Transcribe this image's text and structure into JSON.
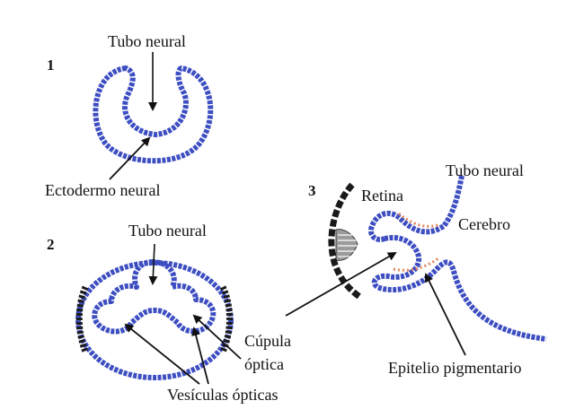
{
  "panel1": {
    "number": "1",
    "label_tube": "Tubo neural",
    "label_ectoderm": "Ectodermo neural"
  },
  "panel2": {
    "number": "2",
    "label_tube": "Tubo neural",
    "label_cup_line1": "Cúpula",
    "label_cup_line2": "óptica",
    "label_vesicles": "Vesículas ópticas"
  },
  "panel3": {
    "number": "3",
    "label_retina": "Retina",
    "label_tube": "Tubo neural",
    "label_brain": "Cerebro",
    "label_pigment": "Epitelio pigmentario"
  },
  "colors": {
    "neural_blue": "#3d4ec2",
    "pigment_orange": "#e0845a",
    "ectoderm_black": "#1a1a1a",
    "lens_gray": "#8a8a8a"
  }
}
